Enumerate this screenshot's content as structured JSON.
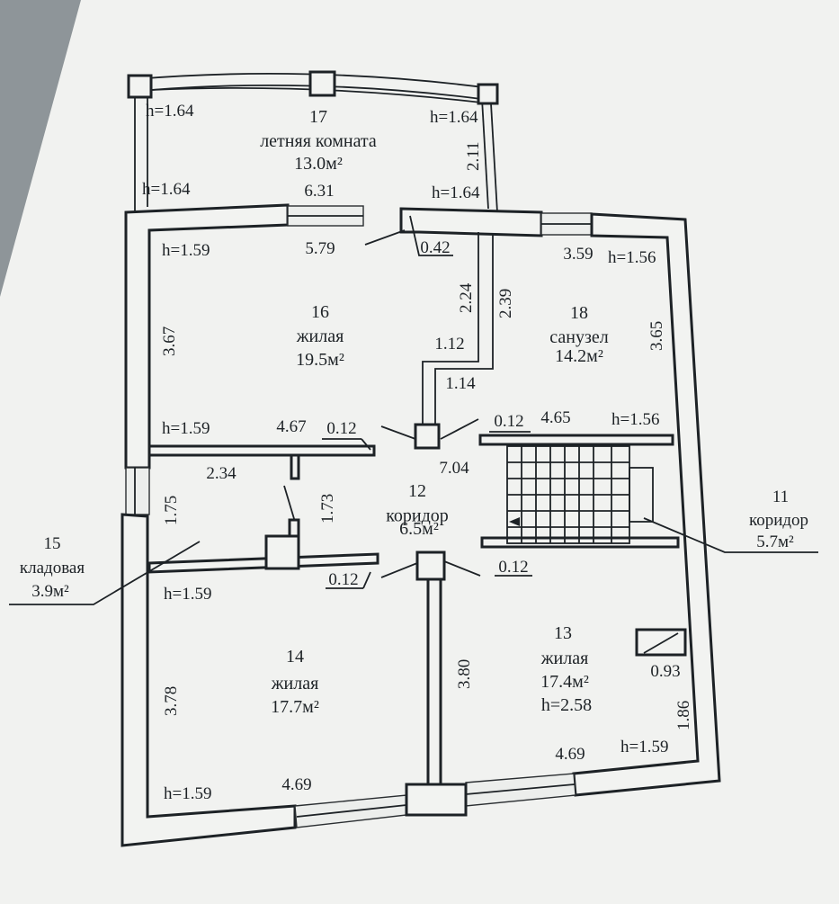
{
  "rooms": {
    "r17": {
      "number": "17",
      "name": "летняя комната",
      "area": "13.0м²"
    },
    "r16": {
      "number": "16",
      "name": "жилая",
      "area": "19.5м²"
    },
    "r18": {
      "number": "18",
      "name": "санузел",
      "area": "14.2м²"
    },
    "r12": {
      "number": "12",
      "name": "коридор",
      "area": "6.5м²"
    },
    "r11": {
      "number": "11",
      "name": "коридор",
      "area": "5.7м²"
    },
    "r15": {
      "number": "15",
      "name": "кладовая",
      "area": "3.9м²"
    },
    "r14": {
      "number": "14",
      "name": "жилая",
      "area": "17.7м²"
    },
    "r13": {
      "number": "13",
      "name": "жилая",
      "area": "17.4м²",
      "height": "h=2.58"
    }
  },
  "heights": {
    "h17_tl": "h=1.64",
    "h17_tr": "h=1.64",
    "h17_bl": "h=1.64",
    "h17_br": "h=1.64",
    "h16_tl": "h=1.59",
    "h16_bl": "h=1.59",
    "h18_tr": "h=1.56",
    "h18_br": "h=1.56",
    "h14_tl": "h=1.59",
    "h14_bl": "h=1.59",
    "h13_br": "h=1.59"
  },
  "dims": {
    "d_631": "6.31",
    "d_211": "2.11",
    "d_579": "5.79",
    "d_042": "0.42",
    "d_359": "3.59",
    "d_367": "3.67",
    "d_224": "2.24",
    "d_239": "2.39",
    "d_365": "3.65",
    "d_112": "1.12",
    "d_114": "1.14",
    "d_467": "4.67",
    "d_012_a": "0.12",
    "d_012_b": "0.12",
    "d_465": "4.65",
    "d_704": "7.04",
    "d_234": "2.34",
    "d_175": "1.75",
    "d_173": "1.73",
    "d_012_c": "0.12",
    "d_012_d": "0.12",
    "d_378": "3.78",
    "d_380": "3.80",
    "d_093": "0.93",
    "d_186": "1.86",
    "d_469_a": "4.69",
    "d_469_b": "4.69"
  }
}
